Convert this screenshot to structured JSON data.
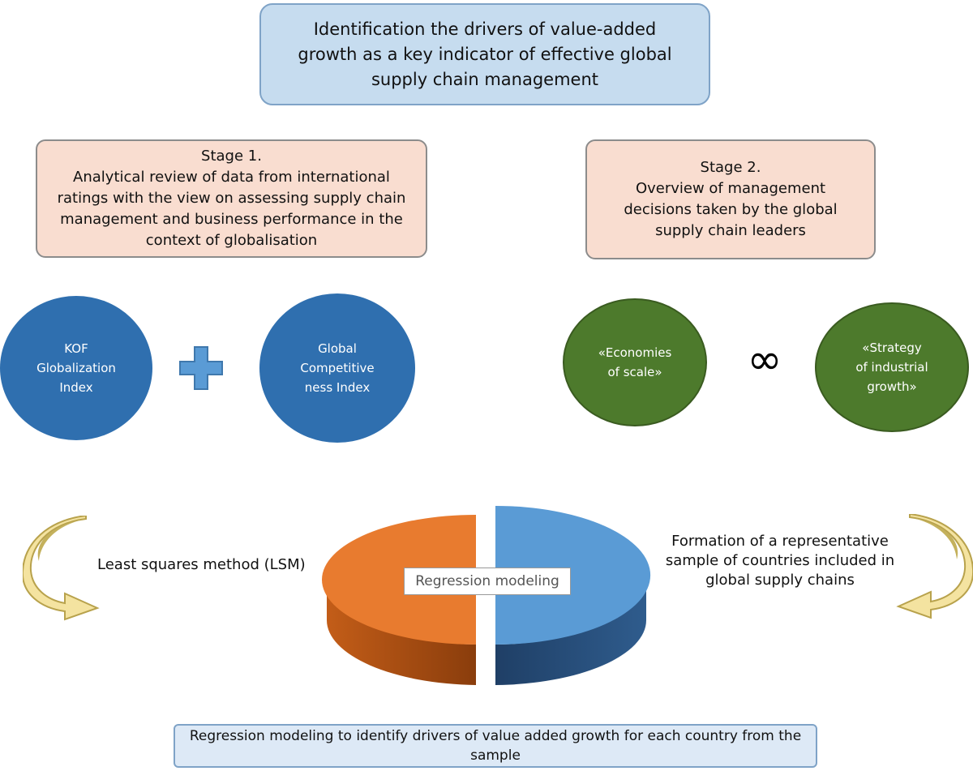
{
  "title": "Identification the drivers of value-added growth as a key indicator of effective global supply chain management",
  "stage1": {
    "heading": "Stage 1.",
    "text": "Analytical review of data from international ratings with the view on assessing supply chain management and business performance in the context of globalisation"
  },
  "stage2": {
    "heading": "Stage 2.",
    "text": "Overview of management decisions taken by the global supply chain leaders"
  },
  "circles": {
    "kof": "KOF Globalization Index",
    "gci": "Global Competitive ness Index",
    "economies": "«Economies of scale»",
    "strategy": "«Strategy of industrial growth»"
  },
  "left_label": "Least squares method (LSM)",
  "right_label": "Formation of a representative sample of countries included in global supply chains",
  "center_label": "Regression modeling",
  "bottom": "Regression modeling to identify drivers of value added growth for each country from the sample",
  "colors": {
    "title_fill": "#c6dcef",
    "stage_fill": "#f9ddd0",
    "circle_blue": "#2f6faf",
    "circle_green": "#4d7a2c",
    "pie_orange": "#e87b2f",
    "pie_blue": "#5a9bd5",
    "arrow_gold": "#c4b15c"
  },
  "icons": {
    "plus": "plus-icon",
    "infinity": "infinity-icon",
    "left_arrow": "curved-arrow-left-icon",
    "right_arrow": "curved-arrow-right-icon"
  }
}
